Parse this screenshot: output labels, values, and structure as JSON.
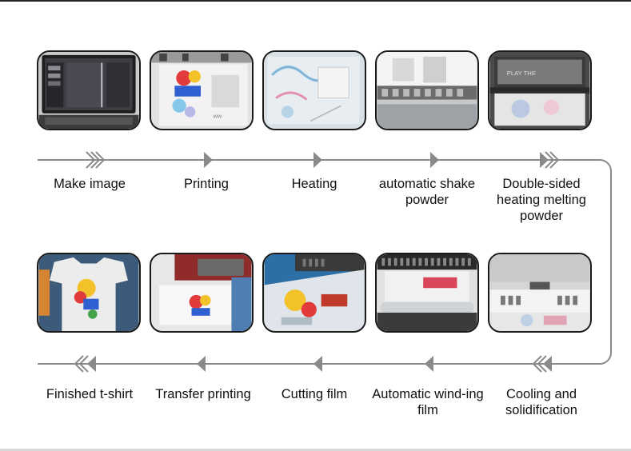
{
  "process": {
    "top_row": [
      {
        "id": "make-image",
        "label": "Make image",
        "photo": "laptop-software"
      },
      {
        "id": "printing",
        "label": "Printing",
        "photo": "printer-film"
      },
      {
        "id": "heating",
        "label": "Heating",
        "photo": "film-sheet"
      },
      {
        "id": "automatic-shake-powder",
        "label": "automatic shake powder",
        "photo": "powder-shaker"
      },
      {
        "id": "double-sided-heating",
        "label": "Double-sided heating melting powder",
        "photo": "oven-film"
      }
    ],
    "bottom_row": [
      {
        "id": "finished-tshirt",
        "label": "Finished t-shirt",
        "photo": "tshirt"
      },
      {
        "id": "transfer-printing",
        "label": "Transfer printing",
        "photo": "heat-press"
      },
      {
        "id": "cutting-film",
        "label": "Cutting film",
        "photo": "film-cutting"
      },
      {
        "id": "automatic-winding",
        "label": "Automatic wind-ing film",
        "photo": "winding-roller"
      },
      {
        "id": "cooling",
        "label": "Cooling and solidification",
        "photo": "cooling-unit"
      }
    ]
  },
  "colors": {
    "flow_line": "#8a8a8a",
    "photo_border": "#1a1a1a"
  }
}
